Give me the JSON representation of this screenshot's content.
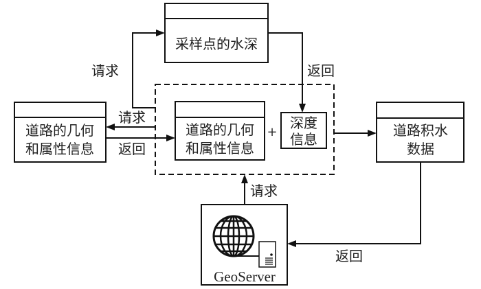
{
  "nodes": {
    "sample_depth": {
      "label": "采样点的水深"
    },
    "road_geo_left": {
      "line1": "道路的几何",
      "line2": "和属性信息"
    },
    "road_geo_center": {
      "line1": "道路的几何",
      "line2": "和属性信息"
    },
    "depth_info": {
      "line1": "深度",
      "line2": "信息"
    },
    "road_water": {
      "line1": "道路积水",
      "line2": "数据"
    },
    "geoserver": {
      "label": "GeoServer",
      "icons": [
        "globe-icon",
        "server-icon"
      ]
    }
  },
  "operators": {
    "plus": "+"
  },
  "edges": {
    "to_sample": "请求",
    "from_sample": "返回",
    "to_left": "请求",
    "from_left": "返回",
    "from_geoserver": "请求",
    "to_geoserver": "返回"
  }
}
